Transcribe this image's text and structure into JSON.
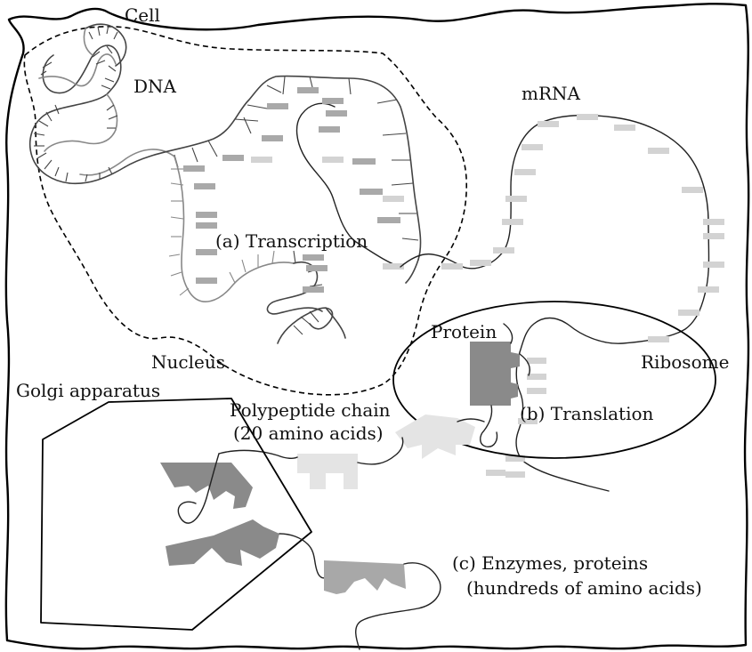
{
  "labels": {
    "cell": "Cell",
    "dna": "DNA",
    "mrna": "mRNA",
    "transcription": "(a) Transcription",
    "nucleus": "Nucleus",
    "protein": "Protein",
    "ribosome": "Ribosome",
    "golgi": "Golgi apparatus",
    "polypeptide_line1": "Polypeptide chain",
    "polypeptide_line2": "(20 amino acids)",
    "translation": "(b) Translation",
    "enzymes_line1": "(c) Enzymes, proteins",
    "enzymes_line2": "(hundreds of amino acids)"
  },
  "colors": {
    "outline": "#000000",
    "strand_dark": "#444444",
    "strand_light": "#888888",
    "base_dark": "#a9a9a9",
    "base_light": "#d3d3d3",
    "protein_dark": "#8a8a8a",
    "protein_light": "#dadada"
  }
}
